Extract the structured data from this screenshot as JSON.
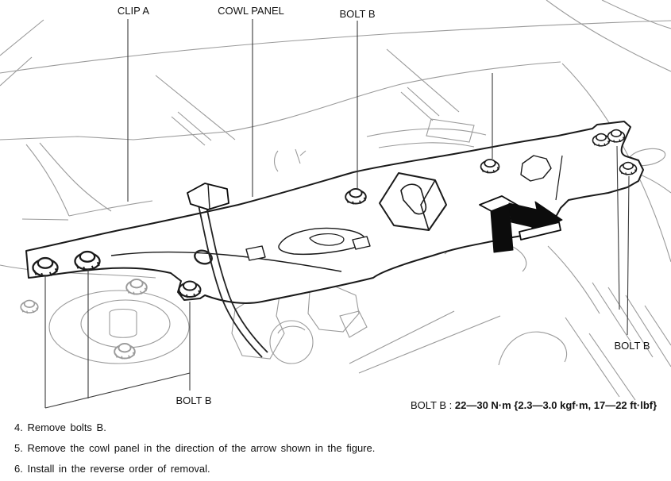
{
  "diagram": {
    "labels": {
      "clip_a": "CLIP A",
      "cowl_panel": "COWL PANEL",
      "bolt_b_top": "BOLT B",
      "bolt_b_right": "BOLT B",
      "bolt_b_bottom": "BOLT B"
    },
    "torque_spec": {
      "part": "BOLT B :",
      "value": "22—30 N·m {2.3—3.0 kgf·m, 17—22 ft·lbf}"
    },
    "colors": {
      "line_dark": "#1a1a1a",
      "line_light": "#9a9a9a",
      "background": "#ffffff"
    }
  },
  "instructions": {
    "steps": [
      {
        "text": "4. Remove bolts B."
      },
      {
        "text": "5. Remove the cowl panel in the direction of the arrow shown in the figure."
      },
      {
        "text": "6. Install in the reverse order of removal."
      }
    ]
  }
}
